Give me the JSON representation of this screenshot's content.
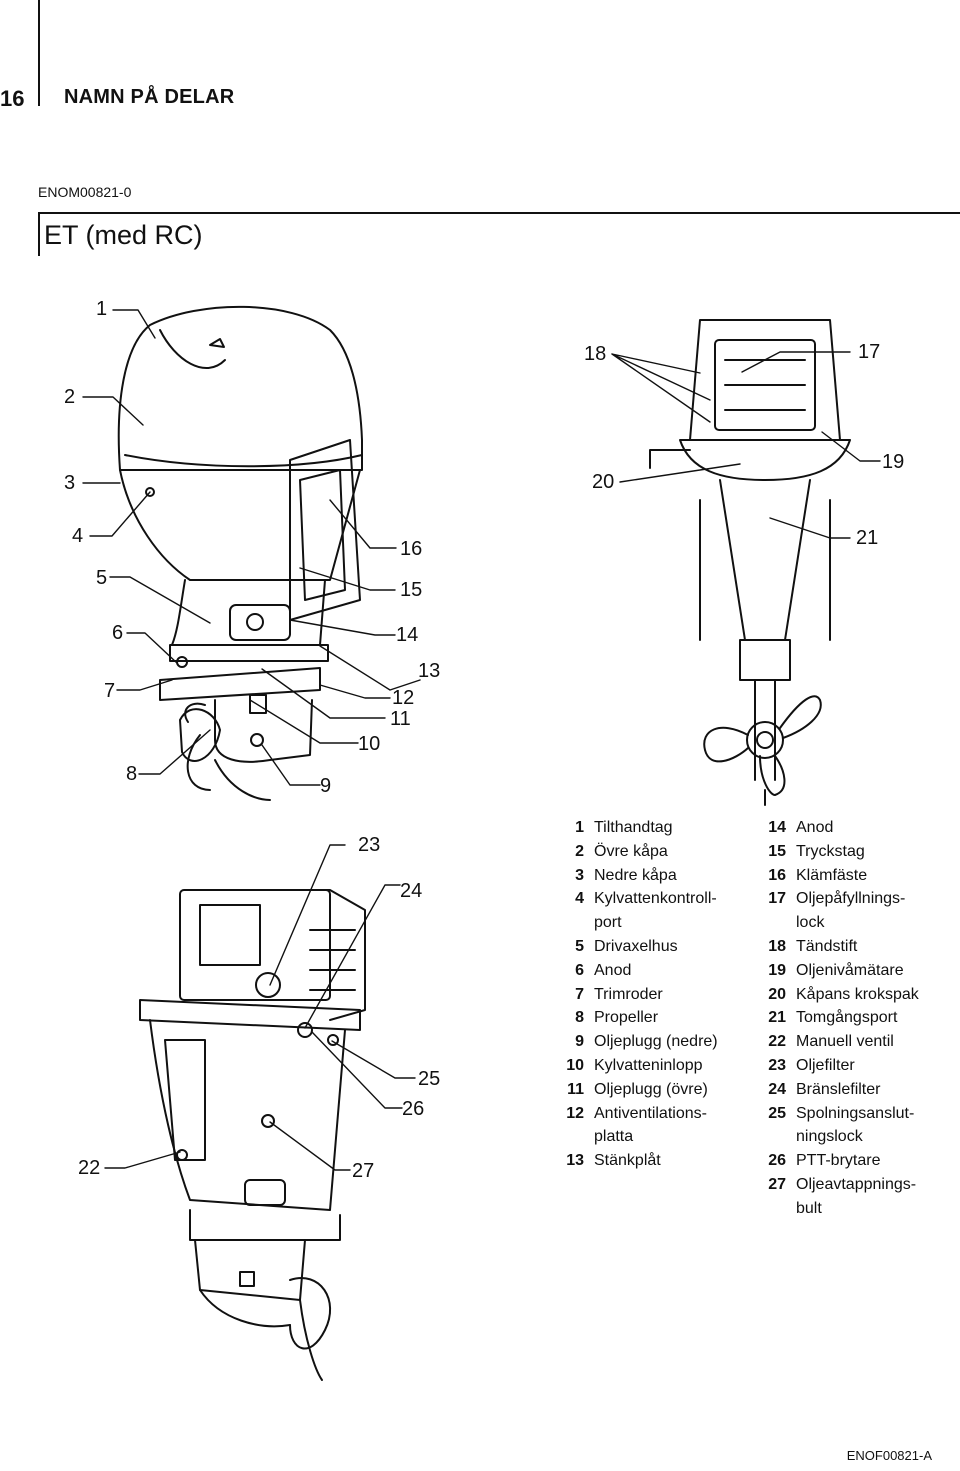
{
  "page": {
    "number": "16",
    "section": "NAMN PÅ DELAR",
    "doc_code": "ENOM00821-0",
    "heading": "ET (med RC)",
    "footer_code": "ENOF00821-A"
  },
  "legend_left": [
    {
      "n": "1",
      "t": "Tilthandtag"
    },
    {
      "n": "2",
      "t": "Övre kåpa"
    },
    {
      "n": "3",
      "t": "Nedre kåpa"
    },
    {
      "n": "4",
      "t": "Kylvattenkontroll-\nport"
    },
    {
      "n": "5",
      "t": "Drivaxelhus"
    },
    {
      "n": "6",
      "t": "Anod"
    },
    {
      "n": "7",
      "t": "Trimroder"
    },
    {
      "n": "8",
      "t": "Propeller"
    },
    {
      "n": "9",
      "t": "Oljeplugg (nedre)"
    },
    {
      "n": "10",
      "t": "Kylvatteninlopp"
    },
    {
      "n": "11",
      "t": "Oljeplugg (övre)"
    },
    {
      "n": "12",
      "t": "Antiventilations-\nplatta"
    },
    {
      "n": "13",
      "t": "Stänkplåt"
    }
  ],
  "legend_right": [
    {
      "n": "14",
      "t": "Anod"
    },
    {
      "n": "15",
      "t": "Tryckstag"
    },
    {
      "n": "16",
      "t": "Klämfäste"
    },
    {
      "n": "17",
      "t": "Oljepåfyllnings-\nlock"
    },
    {
      "n": "18",
      "t": "Tändstift"
    },
    {
      "n": "19",
      "t": "Oljenivåmätare"
    },
    {
      "n": "20",
      "t": "Kåpans krokspak"
    },
    {
      "n": "21",
      "t": "Tomgångsport"
    },
    {
      "n": "22",
      "t": "Manuell ventil"
    },
    {
      "n": "23",
      "t": "Oljefilter"
    },
    {
      "n": "24",
      "t": "Bränslefilter"
    },
    {
      "n": "25",
      "t": "Spolningsanslut-\nningslock"
    },
    {
      "n": "26",
      "t": "PTT-brytare"
    },
    {
      "n": "27",
      "t": "Oljeavtappnings-\nbult"
    }
  ],
  "callouts": [
    "1",
    "2",
    "3",
    "4",
    "5",
    "6",
    "7",
    "8",
    "9",
    "10",
    "11",
    "12",
    "13",
    "14",
    "15",
    "16",
    "17",
    "18",
    "19",
    "20",
    "21",
    "22",
    "23",
    "24",
    "25",
    "26",
    "27"
  ]
}
